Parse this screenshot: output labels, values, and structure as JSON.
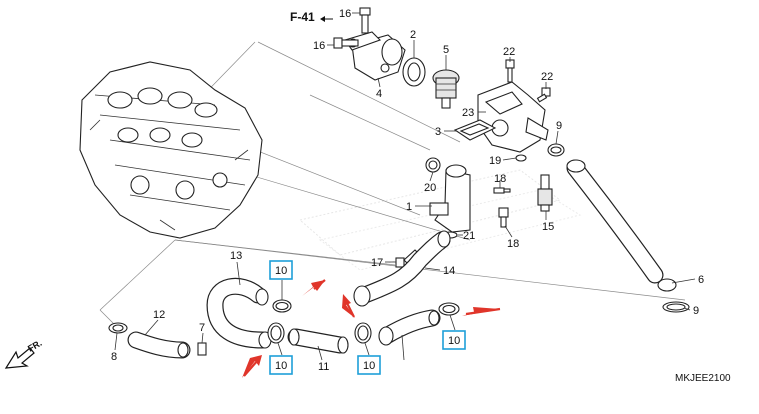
{
  "reference": {
    "label": "F-41"
  },
  "direction": {
    "label": "FR."
  },
  "diagram_code": "MKJEE2100",
  "callouts": [
    "16",
    "16",
    "2",
    "5",
    "22",
    "22",
    "4",
    "23",
    "3",
    "9",
    "19",
    "20",
    "18",
    "1",
    "18",
    "15",
    "21",
    "17",
    "14",
    "13",
    "6",
    "9",
    "12",
    "8",
    "7",
    "11"
  ],
  "highlighted_callouts": [
    "10",
    "10",
    "10",
    "10",
    "10"
  ],
  "colors": {
    "highlight_box": "#1e9fd8",
    "arrow": "#e0352a"
  }
}
